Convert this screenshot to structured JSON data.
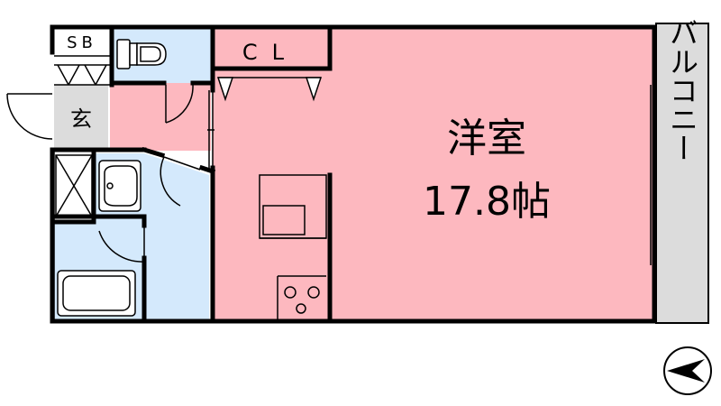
{
  "rooms": {
    "western_room": {
      "name": "洋室",
      "size": "17.8帖"
    },
    "closet": "CL",
    "shoe_box": "SB",
    "entrance": "玄",
    "balcony": "バルコニー"
  },
  "colors": {
    "western_room": "#fdb8bf",
    "wet_area": "#d4e9fc",
    "balcony": "#dcdcdc",
    "entrance": "#dcdcdc",
    "wall": "#000000"
  },
  "icons": [
    "toilet-icon",
    "wash-basin-icon",
    "bathtub-icon",
    "stove-icon",
    "sink-icon",
    "washing-machine-space-icon",
    "compass-icon"
  ]
}
